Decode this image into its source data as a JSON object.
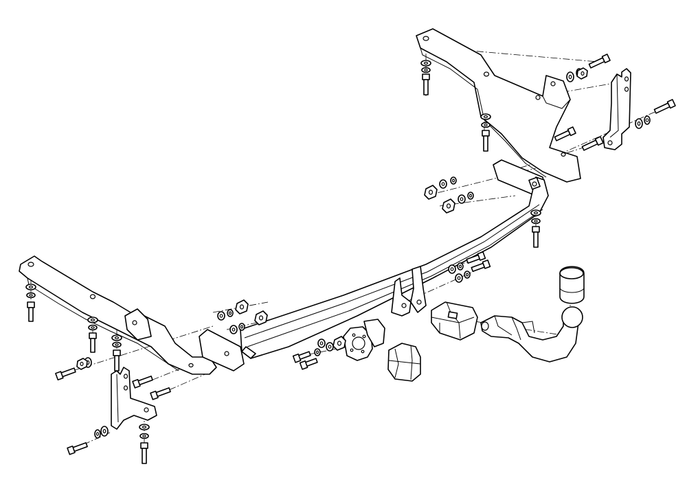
{
  "diagram": {
    "type": "exploded-assembly",
    "colors": {
      "line": "#000000",
      "background": "#ffffff",
      "fill": "#ffffff"
    },
    "parts": [
      "left-side-bracket",
      "right-side-bracket",
      "cross-beam",
      "left-drop-plate",
      "right-drop-plate",
      "left-end-plate",
      "right-end-plate",
      "socket-plate",
      "electrical-socket",
      "socket-cover",
      "tow-ball-receiver",
      "detachable-tow-neck",
      "tow-ball-cap",
      "bolt-sets",
      "washers",
      "nuts"
    ]
  }
}
